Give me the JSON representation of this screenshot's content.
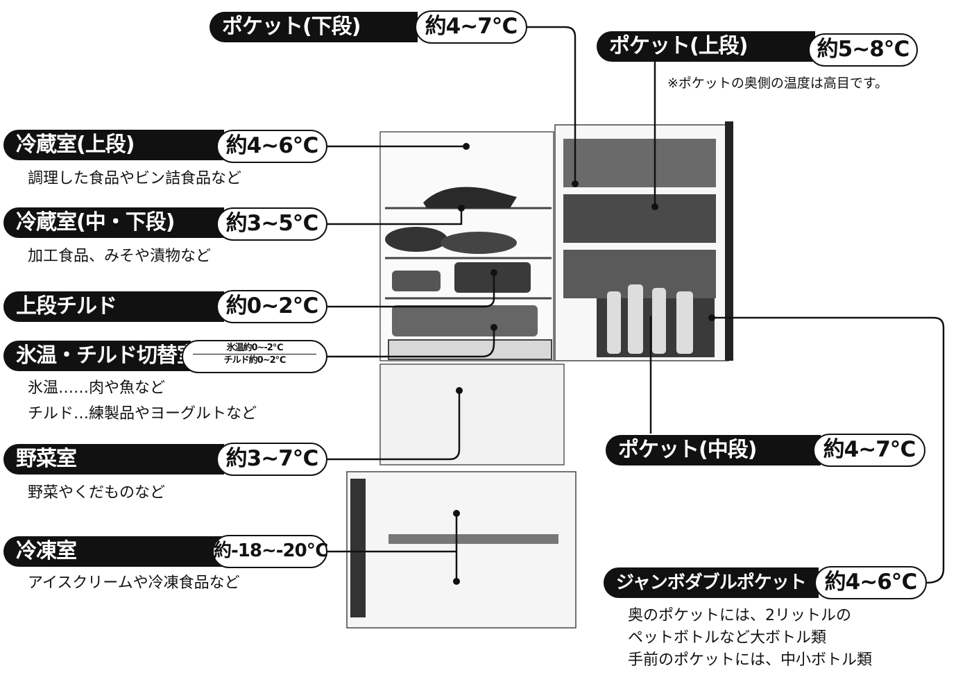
{
  "compartments": {
    "fridge_upper": {
      "name": "冷蔵室(上段)",
      "temp": "約4~6℃",
      "desc": "調理した食品やビン詰食品など"
    },
    "fridge_mid_lower": {
      "name": "冷蔵室(中・下段)",
      "temp": "約3~5℃",
      "desc": "加工食品、みそや漬物など"
    },
    "upper_chilled": {
      "name": "上段チルド",
      "temp": "約0~2℃"
    },
    "switch_room": {
      "name": "氷温・チルド切替室",
      "temp_line1": "氷温約0~-2℃",
      "temp_line2": "チルド約0~2℃",
      "desc_line1": "氷温……肉や魚など",
      "desc_line2": "チルド…練製品やヨーグルトなど"
    },
    "vegetable": {
      "name": "野菜室",
      "temp": "約3~7℃",
      "desc": "野菜やくだものなど"
    },
    "freezer": {
      "name": "冷凍室",
      "temp": "約-18~-20℃",
      "desc": "アイスクリームや冷凍食品など"
    }
  },
  "pockets": {
    "lower": {
      "name": "ポケット(下段)",
      "temp": "約4~7℃"
    },
    "upper": {
      "name": "ポケット(上段)",
      "temp": "約5~8℃",
      "note": "※ポケットの奥側の温度は高目です。"
    },
    "middle": {
      "name": "ポケット(中段)",
      "temp": "約4~7℃"
    },
    "jumbo": {
      "name": "ジャンボダブルポケット",
      "temp": "約4~6℃",
      "desc_line1": "奥のポケットには、2リットルの",
      "desc_line2": "ペットボトルなど大ボトル類",
      "desc_line3": "手前のポケットには、中小ボトル類"
    }
  }
}
